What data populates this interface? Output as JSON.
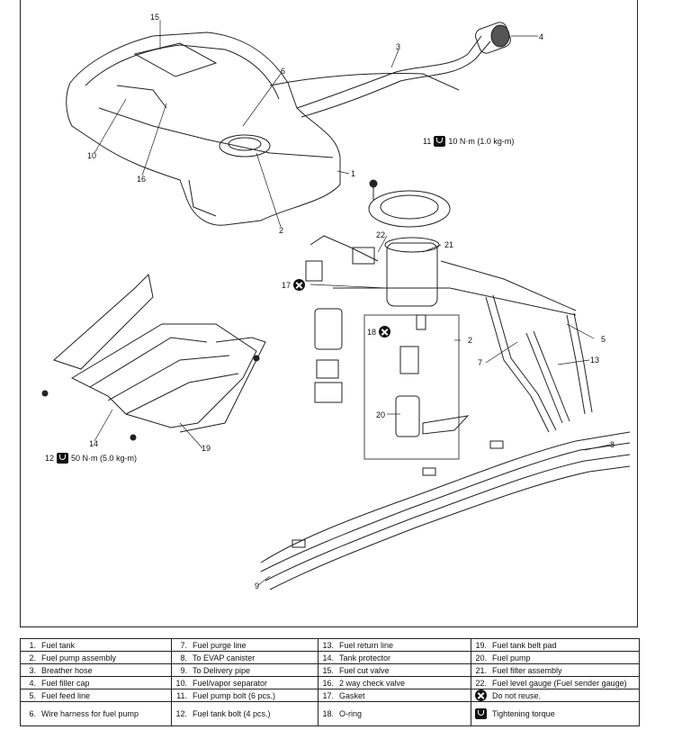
{
  "callouts": {
    "c1": "1",
    "c2a": "2",
    "c2b": "2",
    "c3": "3",
    "c4": "4",
    "c5": "5",
    "c6": "6",
    "c7": "7",
    "c8": "8",
    "c9": "9",
    "c10": "10",
    "c13": "13",
    "c14": "14",
    "c15": "15",
    "c16": "16",
    "c19": "19",
    "c20": "20",
    "c21": "21",
    "c22": "22"
  },
  "torques": {
    "t11": {
      "num": "11",
      "value": "10 N·m (1.0 kg-m)"
    },
    "t12": {
      "num": "12",
      "value": "50 N·m (5.0 kg-m)"
    }
  },
  "noreuse": {
    "n17": "17",
    "n18": "18"
  },
  "legend": [
    [
      {
        "n": "1.",
        "t": "Fuel tank"
      },
      {
        "n": "7.",
        "t": "Fuel purge line"
      },
      {
        "n": "13.",
        "t": "Fuel return line"
      },
      {
        "n": "19.",
        "t": "Fuel tank belt pad"
      }
    ],
    [
      {
        "n": "2.",
        "t": "Fuel pump assembly"
      },
      {
        "n": "8.",
        "t": "To EVAP canister"
      },
      {
        "n": "14.",
        "t": "Tank protector"
      },
      {
        "n": "20.",
        "t": "Fuel pump"
      }
    ],
    [
      {
        "n": "3.",
        "t": "Breather hose"
      },
      {
        "n": "9.",
        "t": "To Delivery pipe"
      },
      {
        "n": "15.",
        "t": "Fuel cut valve"
      },
      {
        "n": "21.",
        "t": "Fuel filter assembly"
      }
    ],
    [
      {
        "n": "4.",
        "t": "Fuel filler cap"
      },
      {
        "n": "10.",
        "t": "Fuel/vapor separator"
      },
      {
        "n": "16.",
        "t": "2 way check valve"
      },
      {
        "n": "22.",
        "t": "Fuel level gauge (Fuel sender gauge)"
      }
    ],
    [
      {
        "n": "5.",
        "t": "Fuel feed line"
      },
      {
        "n": "11.",
        "t": "Fuel pump bolt (6 pcs.)"
      },
      {
        "n": "17.",
        "t": "Gasket"
      },
      {
        "n": "",
        "t": "Do not reuse.",
        "icon": "no-reuse-icon"
      }
    ],
    [
      {
        "n": "6.",
        "t": "Wire harness for fuel pump"
      },
      {
        "n": "12.",
        "t": "Fuel tank bolt (4 pcs.)"
      },
      {
        "n": "18.",
        "t": "O-ring"
      },
      {
        "n": "",
        "t": "Tightening torque",
        "icon": "torque-icon"
      }
    ]
  ]
}
